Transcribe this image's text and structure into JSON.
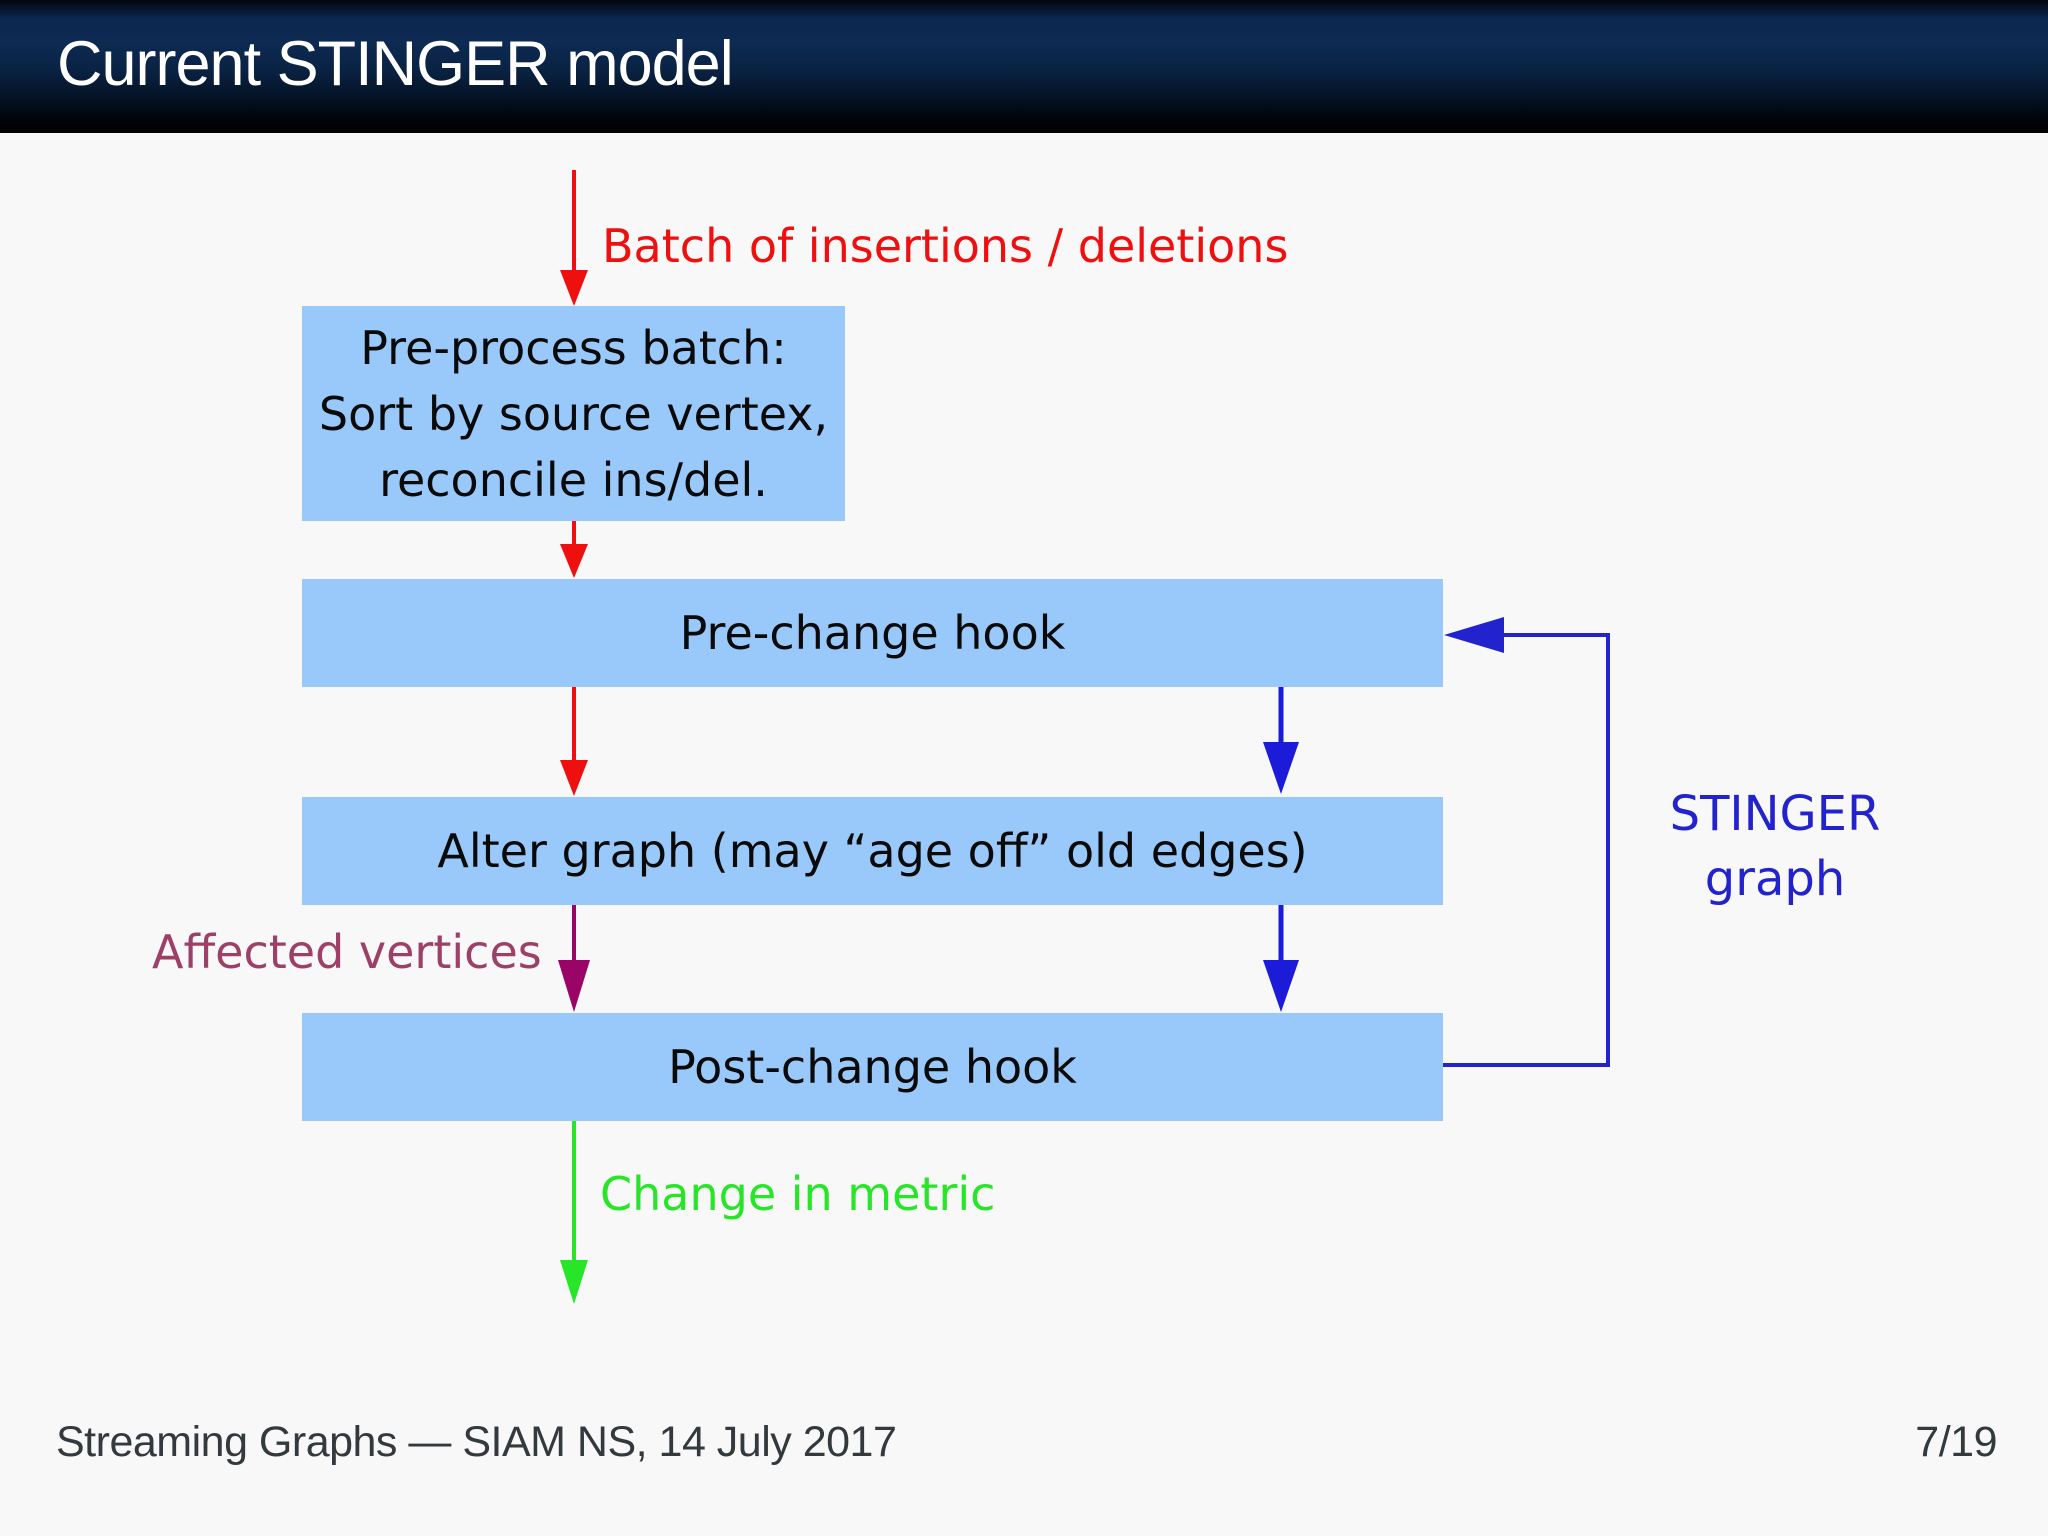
{
  "slide": {
    "title": "Current STINGER model"
  },
  "diagram": {
    "input_label": "Batch of insertions / deletions",
    "preprocess_box": {
      "lines": [
        "Pre-process batch:",
        "Sort by source vertex,",
        "reconcile ins/del."
      ]
    },
    "prechange_box": "Pre-change hook",
    "alter_box": "Alter graph (may “age off” old edges)",
    "postchange_box": "Post-change hook",
    "affected_label": "Affected vertices",
    "output_label": "Change in metric",
    "stinger_label": {
      "line1": "STINGER",
      "line2": "graph"
    }
  },
  "footer": {
    "left": "Streaming Graphs — SIAM NS, 14 July 2017",
    "page": "7/19"
  },
  "colors": {
    "background": "#f8f8f9",
    "header_navy": "#0d2a52",
    "box_fill": "#99c9fa",
    "red_arrow": "#ee0f0f",
    "blue_arrow": "#1b1bd8",
    "loop_blue": "#2323cd",
    "green_arrow": "#27e527",
    "maroon_text": "#9d4067",
    "maroon_arrow": "#990466",
    "footer_text": "#333a3e",
    "title_text": "#ffffff"
  }
}
